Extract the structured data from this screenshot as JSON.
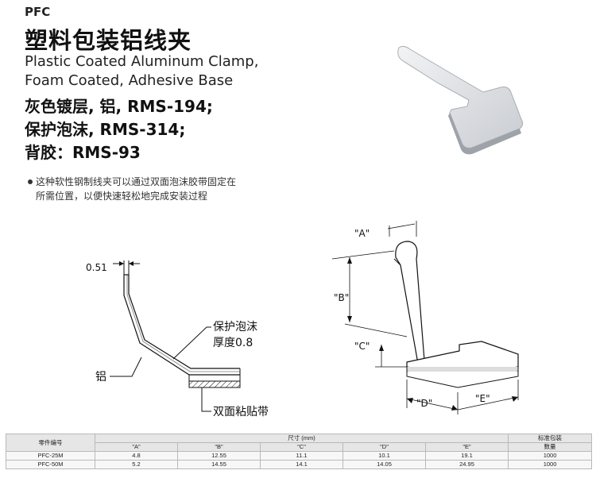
{
  "header": {
    "code": "PFC",
    "title_cn": "塑料包装铝线夹",
    "title_en_line1": "Plastic Coated Aluminum Clamp,",
    "title_en_line2": "Foam Coated, Adhesive Base",
    "spec_line1": "灰色镀层, 铝, RMS-194;",
    "spec_line2": "保护泡沫, RMS-314;",
    "spec_line3": "背胶：RMS-93"
  },
  "note": {
    "line1": "这种软性钢制线夹可以通过双面泡沫胶带固定在",
    "line2": "所需位置，以便快速轻松地完成安装过程"
  },
  "diagram_left": {
    "thickness": "0.51",
    "foam_label_1": "保护泡沫",
    "foam_label_2": "厚度0.8",
    "aluminum_label": "铝",
    "tape_label": "双面粘贴带"
  },
  "diagram_right": {
    "dim_a": "\"A\"",
    "dim_b": "\"B\"",
    "dim_c": "\"C\"",
    "dim_d": "\"D\"",
    "dim_e": "\"E\""
  },
  "table": {
    "col_part": "零件编号",
    "col_size": "尺寸 (mm)",
    "col_pack_1": "标准包装",
    "col_pack_2": "数量",
    "sub_a": "\"A\"",
    "sub_b": "\"B\"",
    "sub_c": "\"C\"",
    "sub_d": "\"D\"",
    "sub_e": "\"E\"",
    "rows": [
      {
        "part": "PFC-25M",
        "a": "4.8",
        "b": "12.55",
        "c": "11.1",
        "d": "10.1",
        "e": "19.1",
        "qty": "1000"
      },
      {
        "part": "PFC-50M",
        "a": "5.2",
        "b": "14.55",
        "c": "14.1",
        "d": "14.05",
        "e": "24.95",
        "qty": "1000"
      }
    ]
  }
}
